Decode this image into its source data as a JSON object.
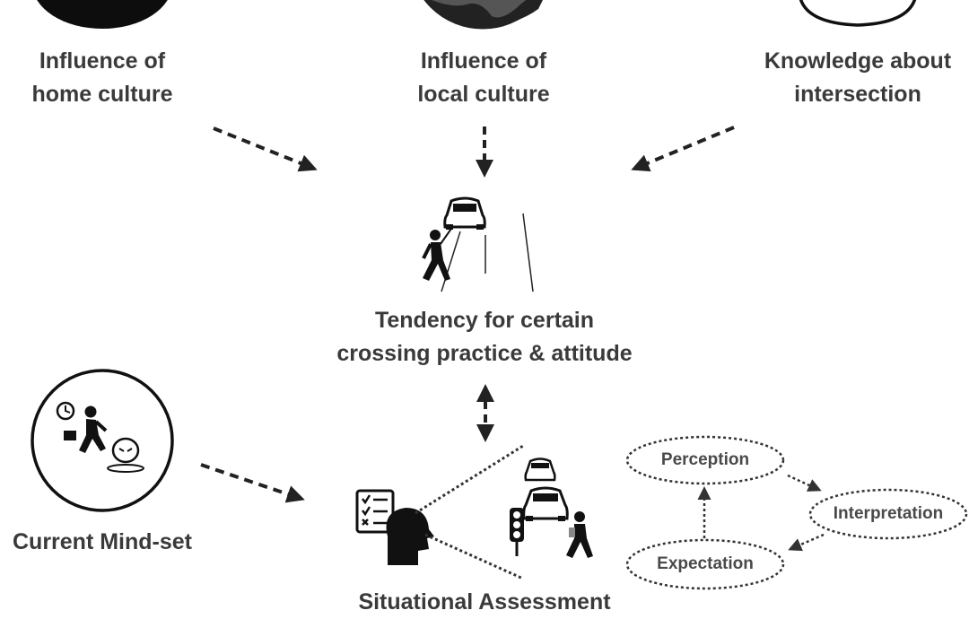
{
  "nodes": {
    "home_culture": {
      "line1": "Influence of",
      "line2": "home culture",
      "icon": "globe-icon"
    },
    "local_culture": {
      "line1": "Influence of",
      "line2": "local culture",
      "icon": "globe-icon"
    },
    "intersection_knowledge": {
      "line1": "Knowledge about",
      "line2": "intersection",
      "icon": "circle-icon"
    },
    "crossing_tendency": {
      "line1": "Tendency for certain",
      "line2": "crossing practice & attitude",
      "icon": "pedestrian-road-icon"
    },
    "mind_set": {
      "label": "Current Mind-set",
      "icon": "hurried-pedestrian-icon"
    },
    "situational_assessment": {
      "label": "Situational Assessment",
      "icon": "head-checklist-icon"
    }
  },
  "cycle": {
    "perception": "Perception",
    "interpretation": "Interpretation",
    "expectation": "Expectation"
  },
  "colors": {
    "text": "#3a3a3a",
    "line": "#222222",
    "icon": "#111111"
  }
}
